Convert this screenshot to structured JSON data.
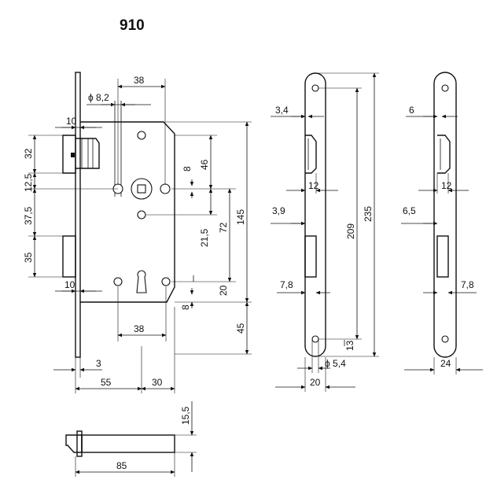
{
  "title": "910",
  "dims": {
    "d38_top": "38",
    "phi82": "ϕ 8,2",
    "d10_top": "10",
    "d32": "32",
    "d12_5": "12,5",
    "d37_5": "37,5",
    "d35": "35",
    "d10_bot": "10",
    "d8_right": "8",
    "d46": "46",
    "d21_5": "21,5",
    "d72": "72",
    "d145": "145",
    "d20": "20",
    "d8_small": "8",
    "d45": "45",
    "d38_bot": "38",
    "d3": "3",
    "d55": "55",
    "d30": "30",
    "d15_5": "15,5",
    "d85": "85",
    "s1_3_4": "3,4",
    "s1_12": "12",
    "s1_3_9": "3,9",
    "s1_209": "209",
    "s1_235": "235",
    "s1_7_8": "7,8",
    "s1_13": "13",
    "s1_phi54": "ϕ 5,4",
    "s1_20": "20",
    "s2_6": "6",
    "s2_12": "12",
    "s2_6_5": "6,5",
    "s2_7_8": "7,8",
    "s2_24": "24"
  }
}
